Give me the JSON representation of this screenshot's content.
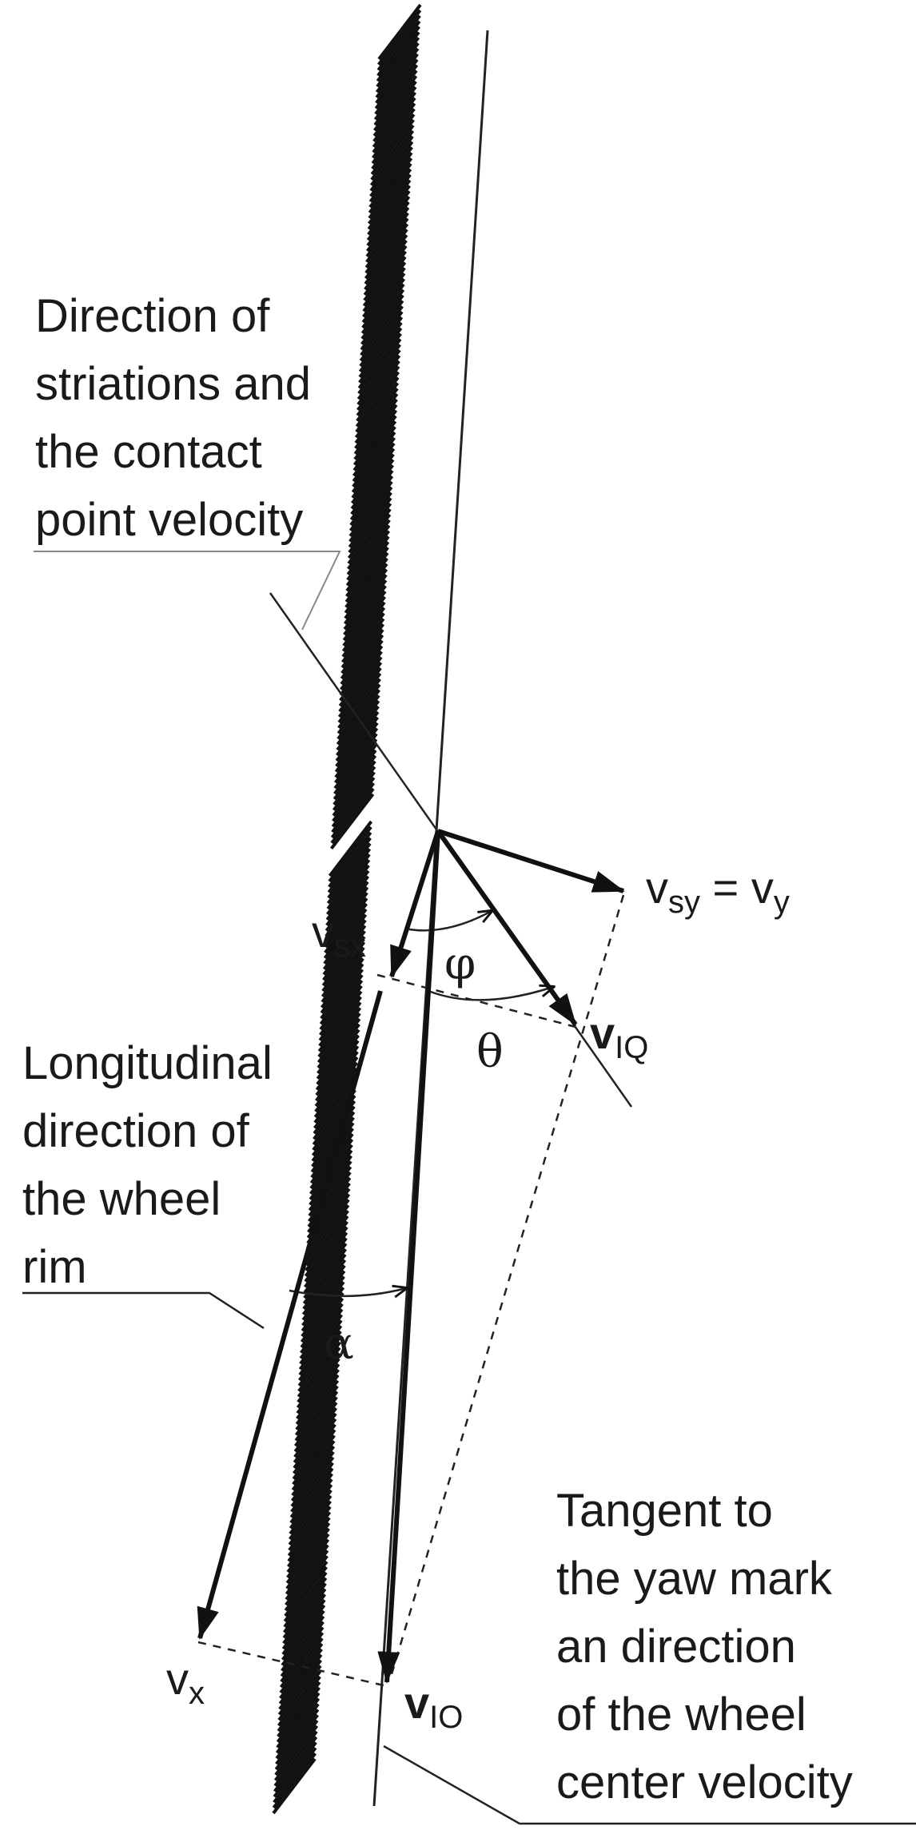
{
  "labels": {
    "striations": [
      "Direction of",
      "striations and",
      "the contact",
      "point velocity"
    ],
    "longitudinal": [
      "Longitudinal",
      "direction of",
      "the wheel",
      "rim"
    ],
    "tangent": [
      "Tangent to",
      "the yaw mark",
      "an direction",
      "of the wheel",
      "center velocity"
    ]
  },
  "vectors": {
    "vsy_base": "v",
    "vsy_sub": "sy",
    "vsy_eq": " = ",
    "vy_base": "v",
    "vy_sub": "y",
    "vsx_base": "v",
    "vsx_sub": "sx",
    "viq_base": "v",
    "viq_sub": "IQ",
    "vx_base": "v",
    "vx_sub": "x",
    "vio_base": "v",
    "vio_sub": "IO"
  },
  "angles": {
    "phi": "φ",
    "theta": "θ",
    "alpha": "α"
  }
}
